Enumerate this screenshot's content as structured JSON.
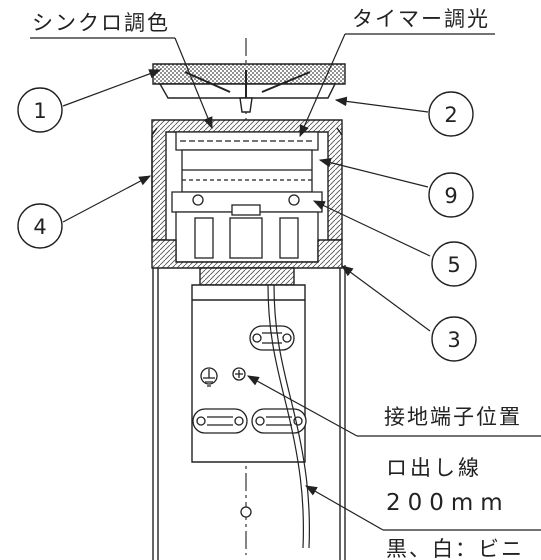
{
  "labels": {
    "sync_color": "シンクロ調色",
    "timer_dimming": "タイマー調光",
    "ground_terminal": "接地端子位置",
    "lead_wire": "ロ出し線",
    "lead_length": "200mm",
    "lead_color": "黒、白：ビニ"
  },
  "callouts": {
    "c1": "1",
    "c2": "2",
    "c3": "3",
    "c4": "4",
    "c5": "5",
    "c9": "9"
  }
}
